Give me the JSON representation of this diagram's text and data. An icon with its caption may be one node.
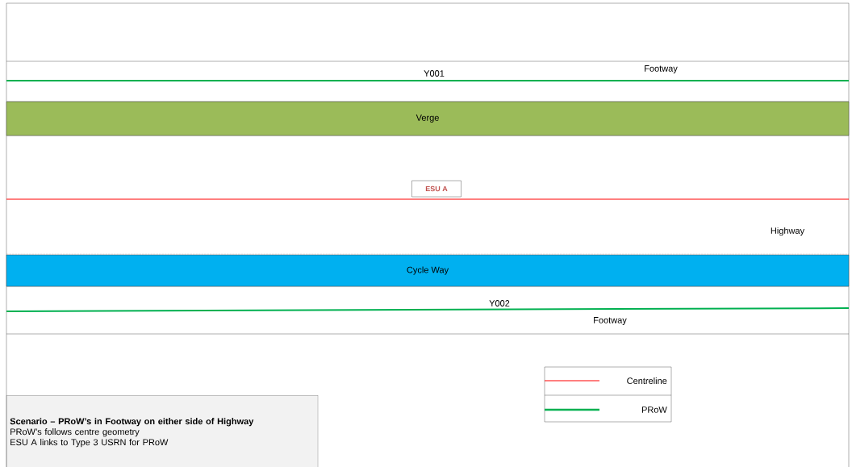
{
  "diagram": {
    "nodes": [
      {
        "text": [
          "Verge"
        ]
      },
      {
        "text": [
          "ESU A"
        ]
      },
      {
        "text": [
          "Cycle Way"
        ]
      },
      {
        "text": [
          "Scenario – PRoW’s in Footway on either side of Highway",
          "PRoW’s follows centre geometry",
          "ESU A links to Type 3 USRN for PRoW"
        ]
      }
    ],
    "edges": [],
    "labels": [
      "Y001",
      "Footway",
      "Highway",
      "Y002",
      "Footway"
    ],
    "legend": [
      {
        "text": "Centreline"
      },
      {
        "text": "PRoW"
      }
    ]
  }
}
